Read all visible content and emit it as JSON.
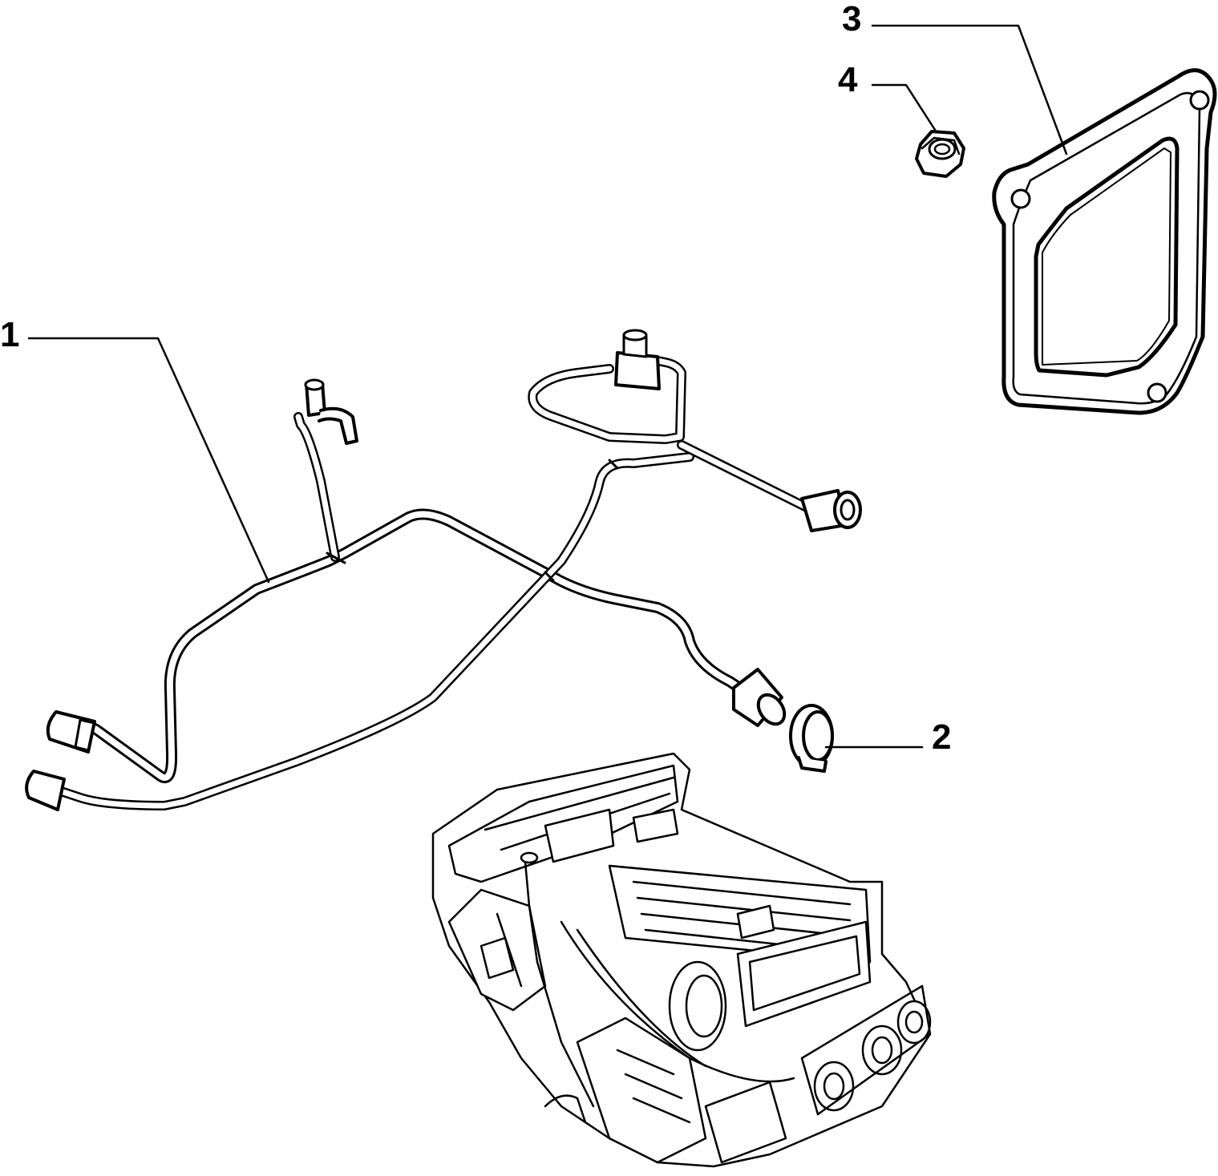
{
  "diagram": {
    "line_color": "#000000",
    "background": "#ffffff",
    "callouts": [
      {
        "id": "c1",
        "number": "1",
        "part": "heater-hose-assembly"
      },
      {
        "id": "c2",
        "number": "2",
        "part": "hose-clamp"
      },
      {
        "id": "c3",
        "number": "3",
        "part": "gasket-plate"
      },
      {
        "id": "c4",
        "number": "4",
        "part": "hex-nut"
      }
    ]
  }
}
